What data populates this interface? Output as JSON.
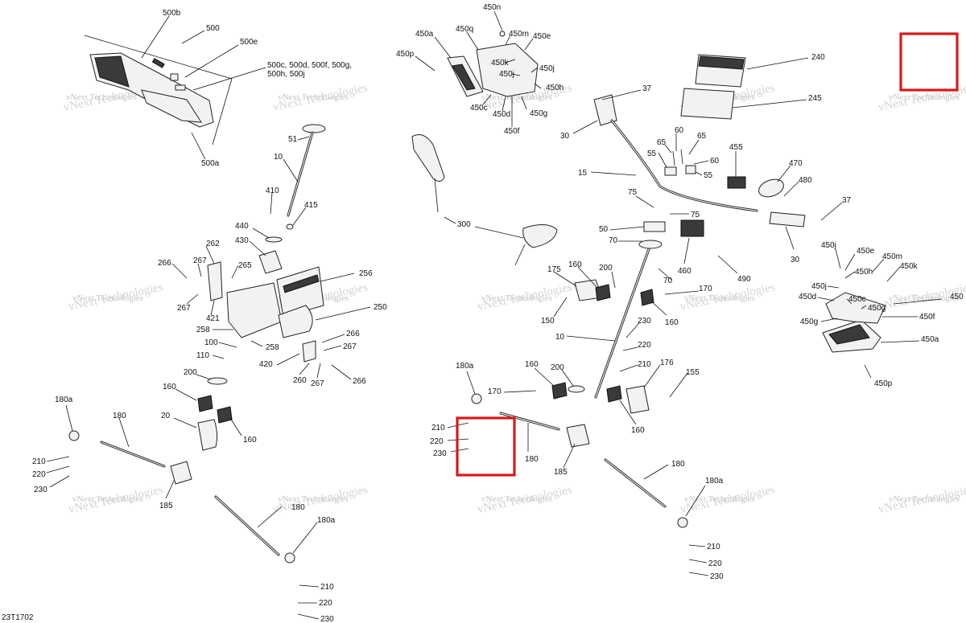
{
  "diagram": {
    "figure_code": "23T1702",
    "watermark": "vNext Technologies",
    "callouts": {
      "500b": "500b",
      "500": "500",
      "500e": "500e",
      "500c_group": "500c, 500d, 500f, 500g,",
      "500h_group": "500h, 500j",
      "500a": "500a",
      "51": "51",
      "10_left": "10",
      "410": "410",
      "415": "415",
      "440": "440",
      "430": "430",
      "262": "262",
      "267a": "267",
      "265": "265",
      "266a": "266",
      "256": "256",
      "250": "250",
      "267b": "267",
      "421": "421",
      "258a": "258",
      "100": "100",
      "258b": "258",
      "266b": "266",
      "267c": "267",
      "420": "420",
      "260": "260",
      "267d": "267",
      "266c": "266",
      "110": "110",
      "200_left": "200",
      "160_left": "160",
      "20": "20",
      "160_left2": "160",
      "180a_l1": "180a",
      "180_l1": "180",
      "210_l1": "210",
      "220_l1": "220",
      "230_l1": "230",
      "185_l": "185",
      "180_l2": "180",
      "180a_l2": "180a",
      "210_l2": "210",
      "220_l2": "220",
      "230_l2": "230",
      "450n": "450n",
      "450a_t": "450a",
      "450q": "450q",
      "450m_t": "450m",
      "450e_t": "450e",
      "450p_t": "450p",
      "450k_t": "450k",
      "450j_t": "450j",
      "450j_t2": "450j",
      "450h_t": "450h",
      "450c_t": "450c",
      "450d_t": "450d",
      "450g_t": "450g",
      "450f_t": "450f",
      "300": "300",
      "240": "240",
      "245": "245",
      "37_t": "37",
      "30_t": "30",
      "60a": "60",
      "65a": "65",
      "65b": "65",
      "60b": "60",
      "55a": "55",
      "55b": "55",
      "15": "15",
      "455": "455",
      "470": "470",
      "480": "480",
      "75a": "75",
      "75b": "75",
      "37_r": "37",
      "50": "50",
      "70a": "70",
      "460": "460",
      "490": "490",
      "30_r": "30",
      "70b": "70",
      "175": "175",
      "160_c1": "160",
      "200_c": "200",
      "170_c1": "170",
      "150": "150",
      "160_c2": "160",
      "10_c": "10",
      "230_c": "230",
      "220_c": "220",
      "210_c": "210",
      "176": "176",
      "155": "155",
      "160_c3": "160",
      "180a_c": "180a",
      "160_c4": "160",
      "200_c2": "200",
      "170_c2": "170",
      "210_c2": "210",
      "220_c2": "220",
      "230_c2": "230",
      "180_c": "180",
      "185_c": "185",
      "180_c2": "180",
      "180a_c2": "180a",
      "210_c3": "210",
      "220_c3": "220",
      "230_c3": "230",
      "450j_r": "450j",
      "450e_r": "450e",
      "450m_r": "450m",
      "450h_r": "450h",
      "450k_r": "450k",
      "450j_r2": "450j",
      "450d_r": "450d",
      "450c_r": "450c",
      "450g_r": "450g",
      "450_r": "450",
      "450f_r": "450f",
      "450g_r2": "450g",
      "450a_r": "450a",
      "450p_r": "450p"
    },
    "highlight_color": "#d61a1a"
  }
}
